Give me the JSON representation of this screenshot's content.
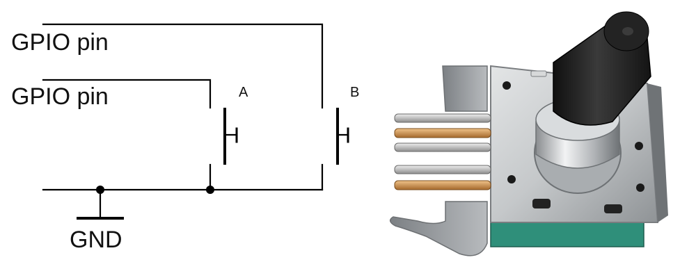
{
  "labels": {
    "gpio_top": "GPIO pin",
    "gpio_bottom": "GPIO pin",
    "switch_a": "A",
    "switch_b": "B",
    "ground": "GND"
  },
  "colors": {
    "wire": "#000000",
    "background": "#ffffff",
    "knob_shaft": "#1c1c1c",
    "metal_body": "#c9cbcc",
    "pin_gold": "#d8a25c",
    "pin_silver": "#c8c8c8",
    "base_teal": "#2f8f7a"
  },
  "components": {
    "schematic": "two-switch quadrature encoder circuit",
    "photo": "rotary-encoder"
  }
}
